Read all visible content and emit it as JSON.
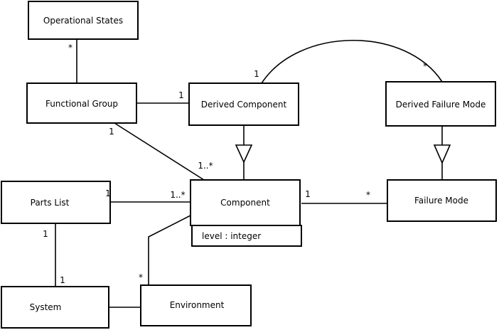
{
  "diagram": {
    "type": "uml-class-diagram",
    "background_color": "#ffffff",
    "line_color": "#000000",
    "text_color": "#000000",
    "classes": [
      {
        "name": "Operational States"
      },
      {
        "name": "Functional Group"
      },
      {
        "name": "Derived Component"
      },
      {
        "name": "Derived Failure Mode"
      },
      {
        "name": "Parts List"
      },
      {
        "name": "Component",
        "attribute": "level : integer"
      },
      {
        "name": "Failure Mode"
      },
      {
        "name": "System"
      },
      {
        "name": "Environment"
      }
    ],
    "multiplicities": {
      "os_fg_star": "*",
      "fg_dc_one": "1",
      "fg_comp_one": "1",
      "fg_comp_many": "1..*",
      "dc_arc_one": "1",
      "dfm_arc_star": "*",
      "comp_fm_one": "1",
      "comp_fm_star": "*",
      "pl_comp_one": "1",
      "pl_comp_many": "1..*",
      "pl_sys_one_top": "1",
      "pl_sys_one_bottom": "1",
      "env_comp_star": "*"
    },
    "relationships": [
      {
        "from": "Operational States",
        "to": "Functional Group",
        "type": "association",
        "from_multiplicity": "*"
      },
      {
        "from": "Functional Group",
        "to": "Derived Component",
        "type": "association",
        "to_multiplicity": "1"
      },
      {
        "from": "Functional Group",
        "to": "Component",
        "type": "association",
        "from_multiplicity": "1",
        "to_multiplicity": "1..*"
      },
      {
        "from": "Derived Component",
        "to": "Component",
        "type": "generalization"
      },
      {
        "from": "Derived Component",
        "to": "Derived Failure Mode",
        "type": "association",
        "from_multiplicity": "1",
        "to_multiplicity": "*"
      },
      {
        "from": "Derived Failure Mode",
        "to": "Failure Mode",
        "type": "generalization"
      },
      {
        "from": "Component",
        "to": "Failure Mode",
        "type": "association",
        "from_multiplicity": "1",
        "to_multiplicity": "*"
      },
      {
        "from": "Parts List",
        "to": "Component",
        "type": "association",
        "from_multiplicity": "1",
        "to_multiplicity": "1..*"
      },
      {
        "from": "Parts List",
        "to": "System",
        "type": "association",
        "from_multiplicity": "1",
        "to_multiplicity": "1"
      },
      {
        "from": "System",
        "to": "Environment",
        "type": "association"
      },
      {
        "from": "Environment",
        "to": "Component",
        "type": "association",
        "from_multiplicity": "*"
      }
    ]
  }
}
